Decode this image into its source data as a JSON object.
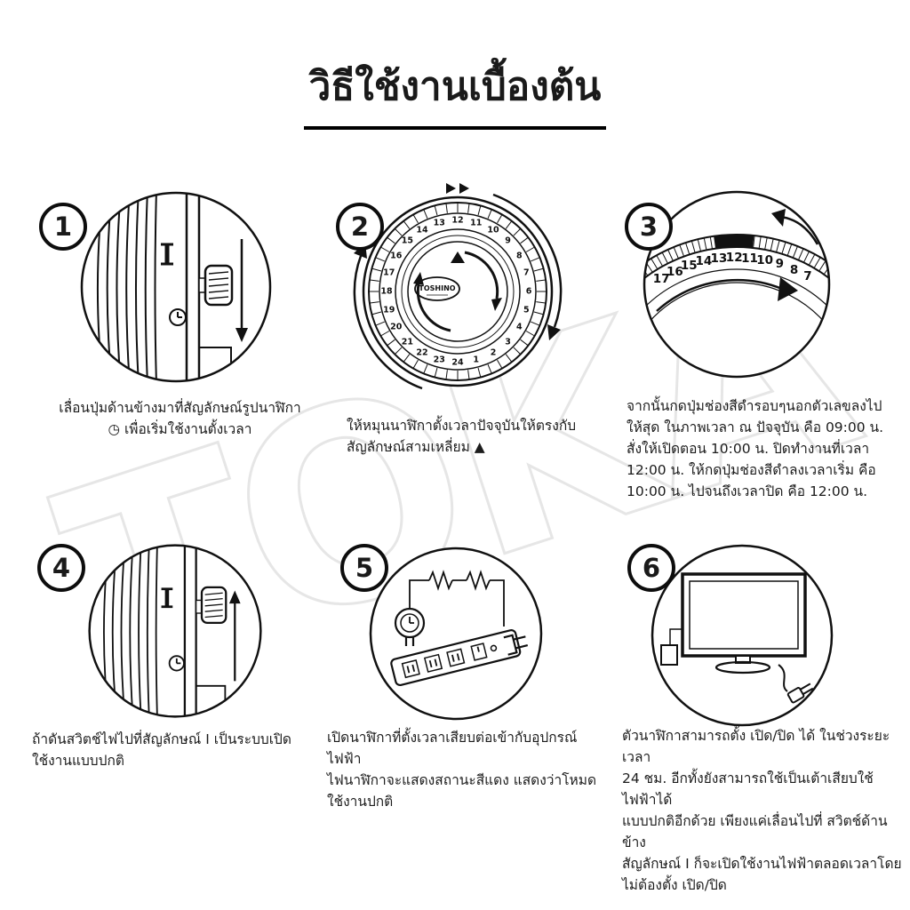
{
  "page": {
    "title": "วิธีใช้งานเบื้องต้น",
    "watermark": "TOKA"
  },
  "brand": {
    "logo": "TOSHINO"
  },
  "steps": [
    {
      "number": "1",
      "caption": "เลื่อนปุ่มด้านข้างมาที่สัญลักษณ์รูปนาฬิกา\n◷ เพื่อเริ่มใช้งานตั้งเวลา"
    },
    {
      "number": "2",
      "caption": "ให้หมุนนาฬิกาตั้งเวลาปัจจุบันให้ตรงกับ\nสัญลักษณ์สามเหลี่ยม ▲"
    },
    {
      "number": "3",
      "caption": "จากนั้นกดปุ่มช่องสีดำรอบๆนอกตัวเลขลงไป\nให้สุด ในภาพเวลา ณ ปัจจุบัน คือ 09:00 น.\nสั่งให้เปิดตอน 10:00 น. ปิดทำงานที่เวลา\n12:00 น. ให้กดปุ่มช่องสีดำลงเวลาเริ่ม คือ\n10:00 น. ไปจนถึงเวลาปิด คือ 12:00 น."
    },
    {
      "number": "4",
      "caption": "ถ้าดันสวิตช์ไฟไปที่สัญลักษณ์ I เป็นระบบเปิด\nใช้งานแบบปกติ"
    },
    {
      "number": "5",
      "caption": "เปิดนาฬิกาที่ตั้งเวลาเสียบต่อเข้ากับอุปกรณ์ไฟฟ้า\nไฟนาฬิกาจะแสดงสถานะสีแดง แสดงว่าโหมด\nใช้งานปกติ"
    },
    {
      "number": "6",
      "caption": "ตัวนาฬิกาสามารถตั้ง เปิด/ปิด ได้ ในช่วงระยะเวลา\n24 ชม. อีกทั้งยังสามารถใช้เป็นเต้าเสียบใช้ไฟฟ้าได้\nแบบปกติอีกด้วย เพียงแค่เลื่อนไปที่ สวิตช์ด้านข้าง\nสัญลักษณ์ I ก็จะเปิดใช้งานไฟฟ้าตลอดเวลาโดย\nไม่ต้องตั้ง เปิด/ปิด"
    }
  ],
  "timer_dial": {
    "hour_numbers": [
      1,
      2,
      3,
      4,
      5,
      6,
      7,
      8,
      9,
      10,
      11,
      12,
      13,
      14,
      15,
      16,
      17,
      18,
      19,
      20,
      21,
      22,
      23,
      24
    ],
    "marker": "▲"
  },
  "zoom_dial": {
    "numbers": [
      "17",
      "16",
      "15",
      "14",
      "13",
      "12",
      "11",
      "10",
      "9",
      "8",
      "7"
    ]
  },
  "symbols": {
    "on": "I",
    "clock": "◷"
  },
  "colors": {
    "ink": "#111111",
    "watermark": "#e6e6e6"
  }
}
